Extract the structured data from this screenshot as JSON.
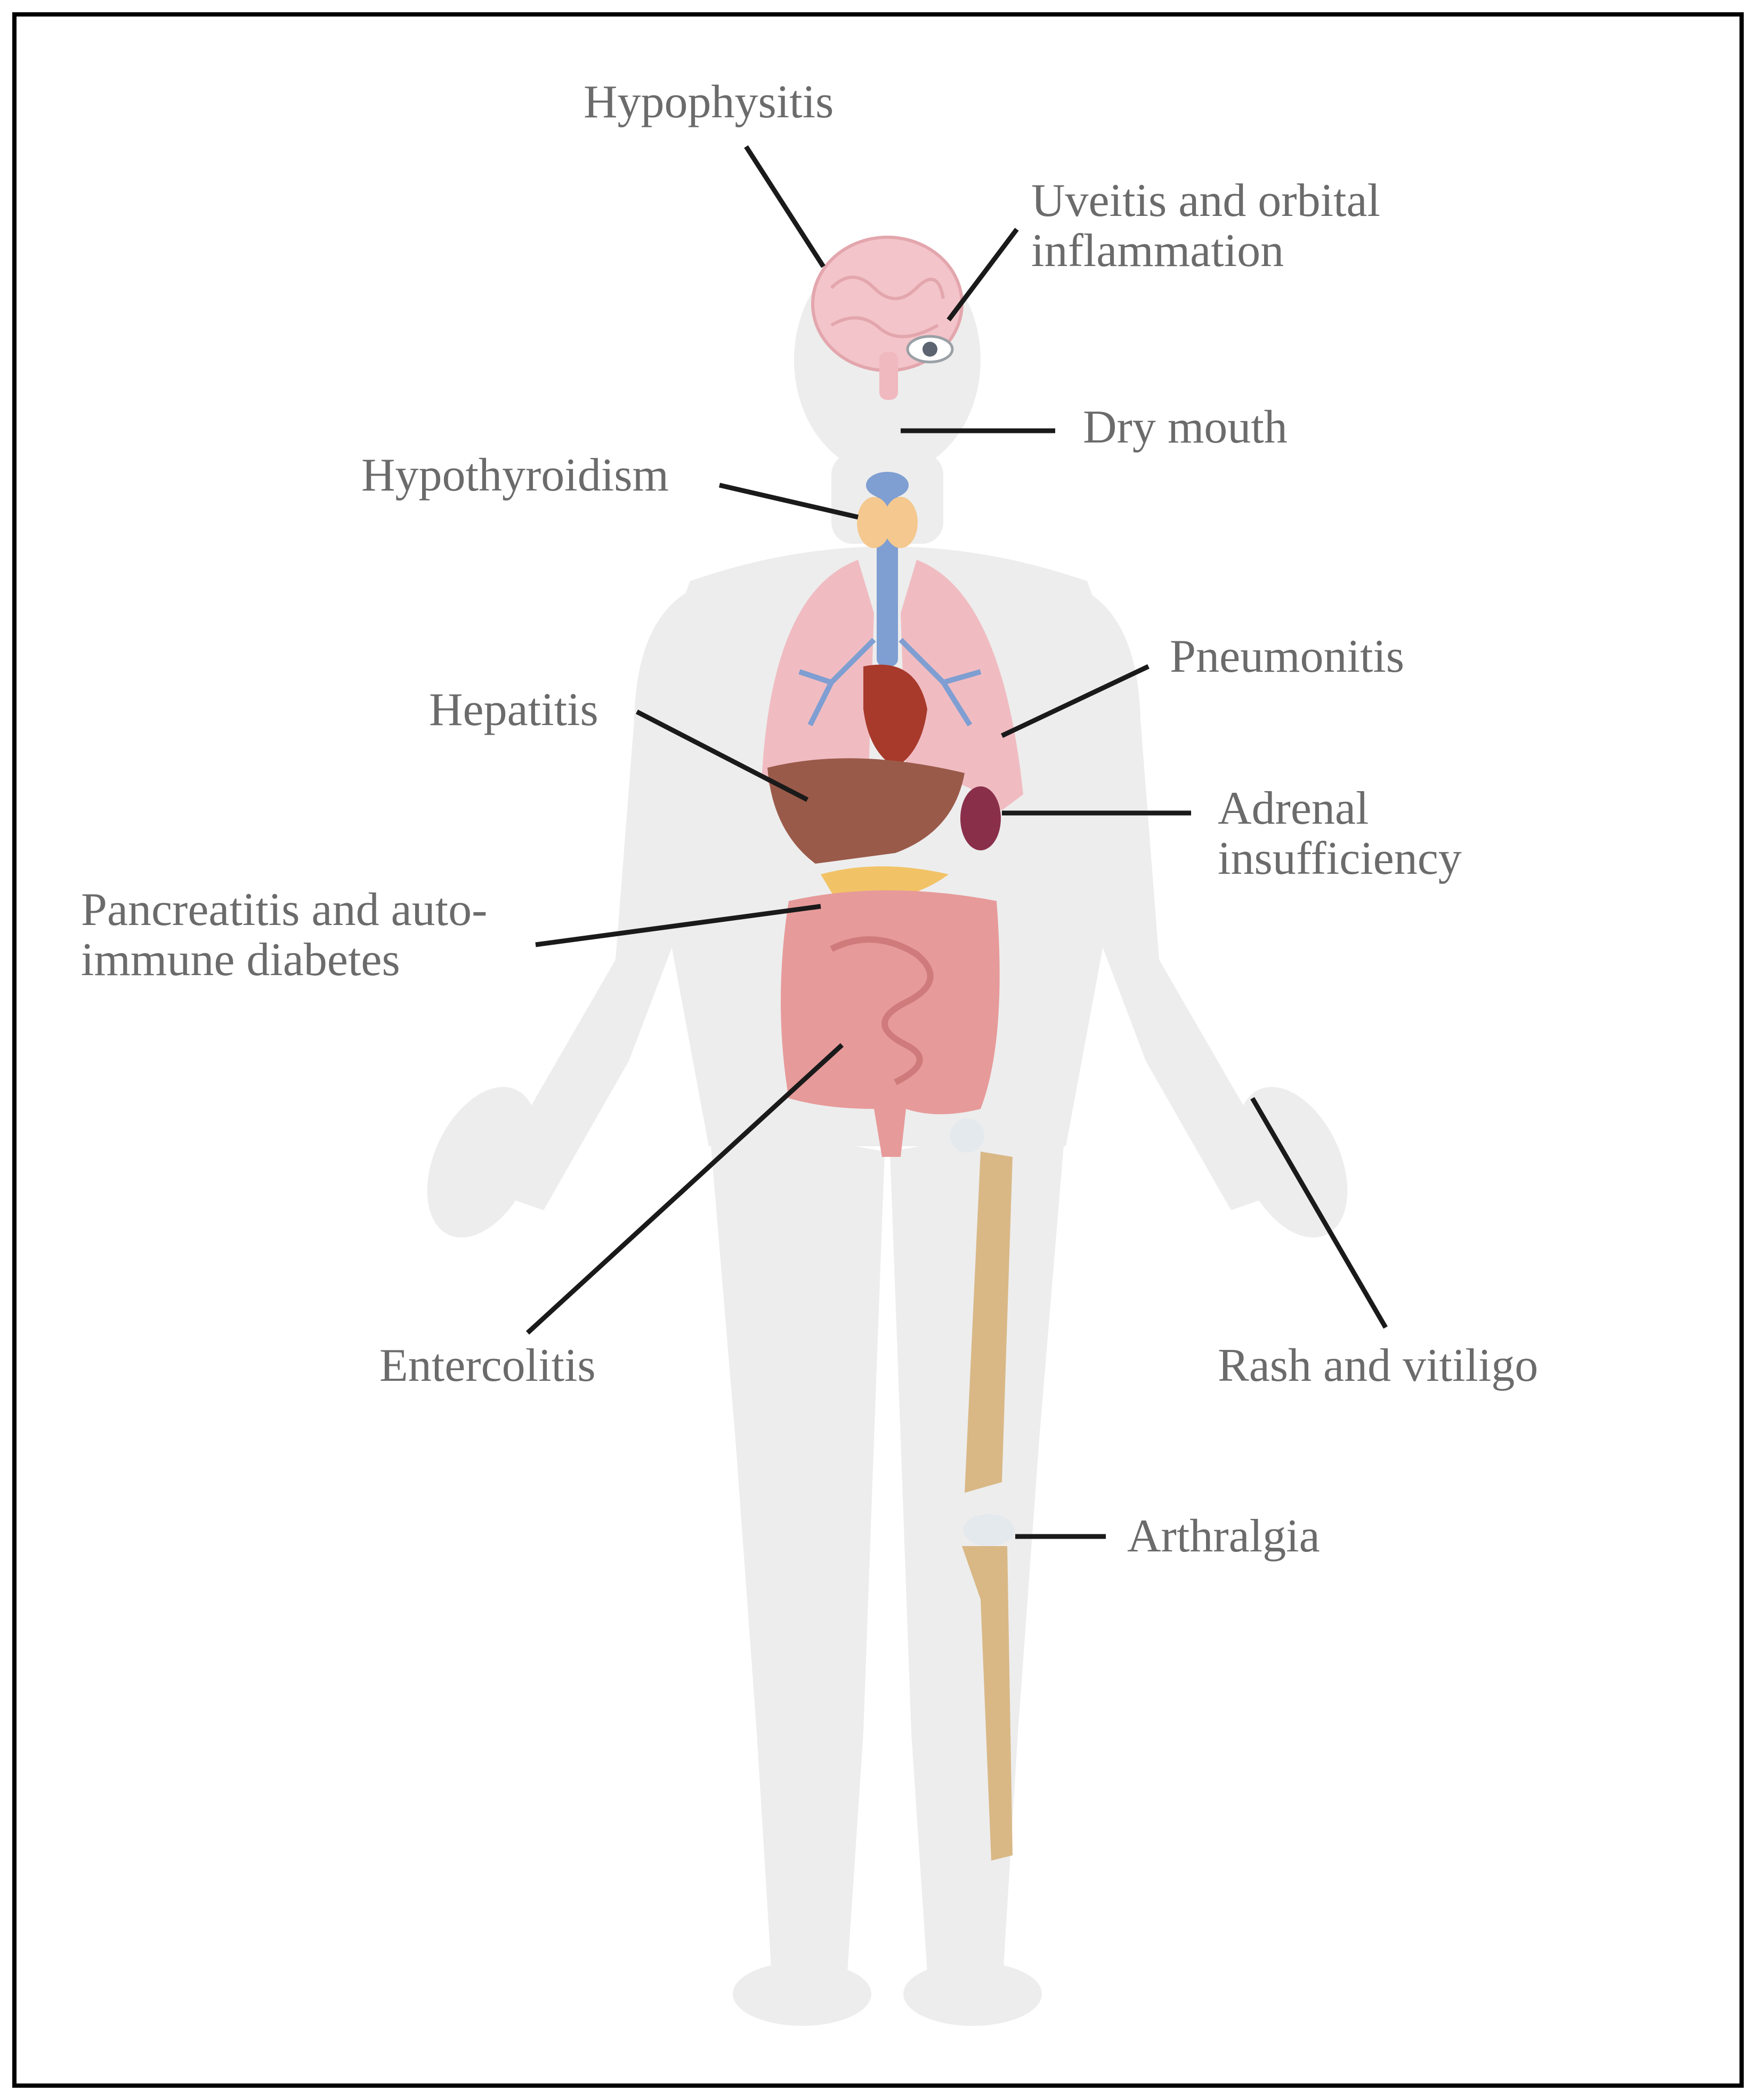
{
  "labels": {
    "hypophysitis": "Hypophysitis",
    "uveitis": [
      "Uveitis and orbital",
      "inflammation"
    ],
    "dry_mouth": "Dry mouth",
    "hypothyroidism": "Hypothyroidism",
    "pneumonitis": "Pneumonitis",
    "hepatitis": "Hepatitis",
    "adrenal": [
      "Adrenal",
      "insufficiency"
    ],
    "pancreatitis": [
      "Pancreatitis and auto-",
      "immune diabetes"
    ],
    "entercolitis": "Entercolitis",
    "rash": "Rash and vitiligo",
    "arthralgia": "Arthralgia"
  },
  "colors": {
    "frame": "#000000",
    "label_text": "#6b6b6b",
    "leader_line": "#1a1a1a",
    "body_silhouette": "#ededed",
    "brain": "#f3c4c9",
    "lungs": "#f0bcc2",
    "airway": "#7f9ed2",
    "thyroid": "#f4c88e",
    "heart": "#a83a2c",
    "liver": "#9a5a4a",
    "kidney": "#8a2f4a",
    "pancreas": "#f2c366",
    "intestine": "#e79a9a",
    "bone": "#d9b886",
    "cartilage": "#e4e9ee"
  },
  "icons": [
    "body-silhouette",
    "brain-icon",
    "eye-icon",
    "thyroid-icon",
    "trachea-icon",
    "lungs-icon",
    "heart-icon",
    "liver-icon",
    "kidney-icon",
    "pancreas-icon",
    "intestines-icon",
    "leg-bones-icon"
  ]
}
